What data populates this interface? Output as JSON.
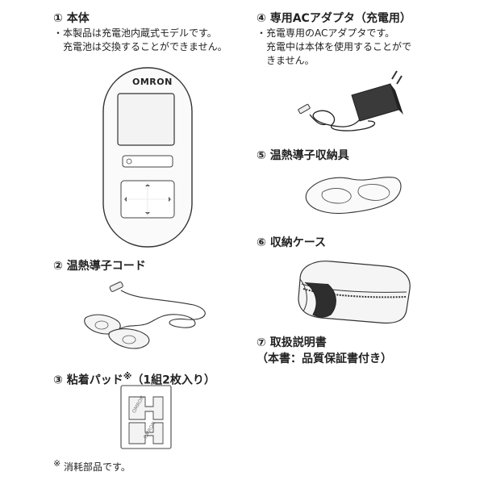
{
  "items": {
    "body": {
      "title": "① 本体",
      "notes": [
        "・本製品は充電池内蔵式モデルです。",
        "　充電池は交換することができません。"
      ],
      "brand": "OMRON"
    },
    "adapter": {
      "title": "④ 専用ACアダプタ（充電用）",
      "notes": [
        "・充電専用のACアダプタです。",
        "　充電中は本体を使用することがで",
        "　きません。"
      ]
    },
    "cord": {
      "title": "② 温熱導子コード"
    },
    "storage": {
      "title": "⑤ 温熱導子収納具"
    },
    "case": {
      "title": "⑥ 収納ケース"
    },
    "pads": {
      "title": "③ 粘着パッド",
      "mark": "※",
      "suffix": "（1組2枚入り）",
      "pad_label": "OMRON"
    },
    "manual": {
      "title": "⑦ 取扱説明書",
      "subtitle": "（本書：品質保証書付き）"
    }
  },
  "footnote": {
    "mark": "※",
    "text": "消耗部品です。"
  }
}
